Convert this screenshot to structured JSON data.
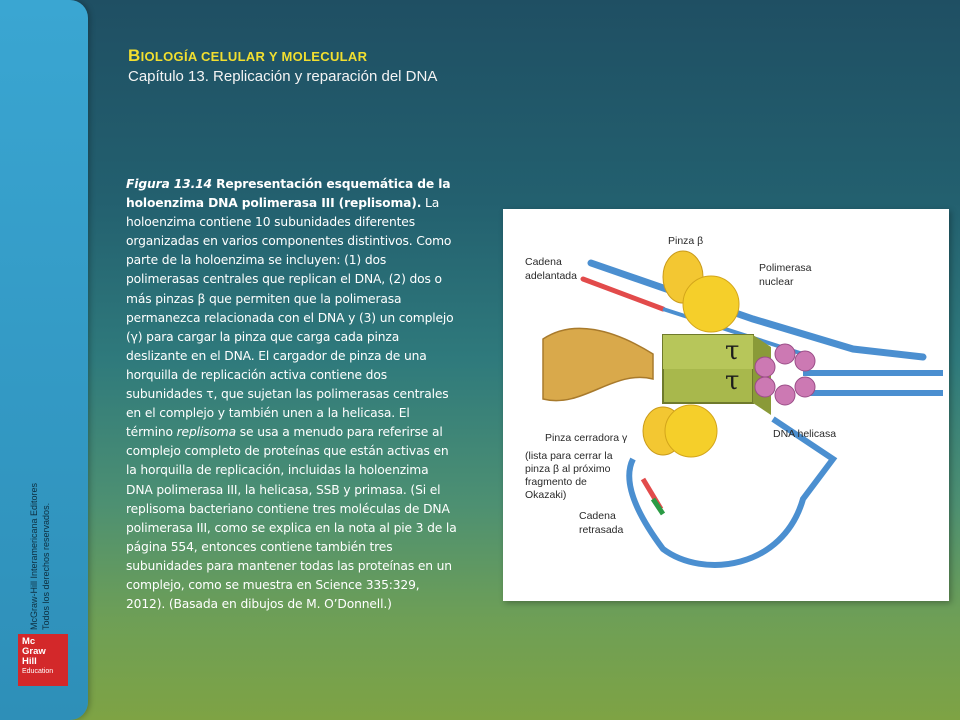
{
  "sidebar": {
    "rights_line1": "McGraw-Hill Interamericana Editores",
    "rights_line2": "Todos los derechos reservados.",
    "logo": {
      "l1": "Mc",
      "l2": "Graw",
      "l3": "Hill",
      "l4": "Education"
    }
  },
  "header": {
    "title_b": "B",
    "title_rest": "IOLOGÍA CELULAR Y MOLECULAR",
    "subtitle": "Capítulo 13. Replicación y reparación del DNA"
  },
  "caption": {
    "figure_ref": "Figura 13.14",
    "bold_title": "Representación esquemática de la holoenzima DNA polimerasa III (replisoma).",
    "text_1": " La holoenzima contiene 10 subunidades diferentes organizadas en varios componentes distintivos. Como parte de la holoenzima se incluyen: (1) dos polimerasas centrales que replican el DNA, (2) dos o más pinzas β que permiten que la polimerasa permanezca relacionada con el DNA y (3) un complejo (γ) para cargar la pinza que carga cada pinza deslizante en el DNA. El cargador de pinza de una horquilla de replicación activa contiene dos subunidades τ, que sujetan las polimerasas centrales en el complejo y también unen a la helicasa. El término ",
    "italic_term": "replisoma",
    "text_2": " se usa a menudo para referirse al complejo completo de proteínas que están activas en la horquilla de replicación, incluidas la holoenzima DNA polimerasa III, la helicasa, SSB y primasa. (Si el replisoma bacteriano contiene tres moléculas de DNA polimerasa III, como se explica en la nota al pie 3 de la página 554, entonces contiene también tres subunidades para mantener todas las proteínas en un complejo, como se muestra en Science 335:329, 2012). (Basada en dibujos de M. O’Donnell.)"
  },
  "figure": {
    "label_pinza_beta": "Pinza β",
    "label_cadena_adelantada_1": "Cadena",
    "label_cadena_adelantada_2": "adelantada",
    "label_polimerasa_1": "Polimerasa",
    "label_polimerasa_2": "nuclear",
    "label_tau_1": "τ",
    "label_tau_2": "τ",
    "label_dna_helicasa": "DNA helicasa",
    "label_pinza_cerradora": "Pinza cerradora γ",
    "label_lista_1": "(lista para cerrar la",
    "label_lista_2": "pinza β al próximo",
    "label_lista_3": "fragmento de",
    "label_lista_4": "Okazaki)",
    "label_cadena_retrasada_1": "Cadena",
    "label_cadena_retrasada_2": "retrasada"
  },
  "colors": {
    "title_yellow": "#f2df2f",
    "sidebar_blue": "#3aa6d2",
    "logo_red": "#d3282a"
  }
}
